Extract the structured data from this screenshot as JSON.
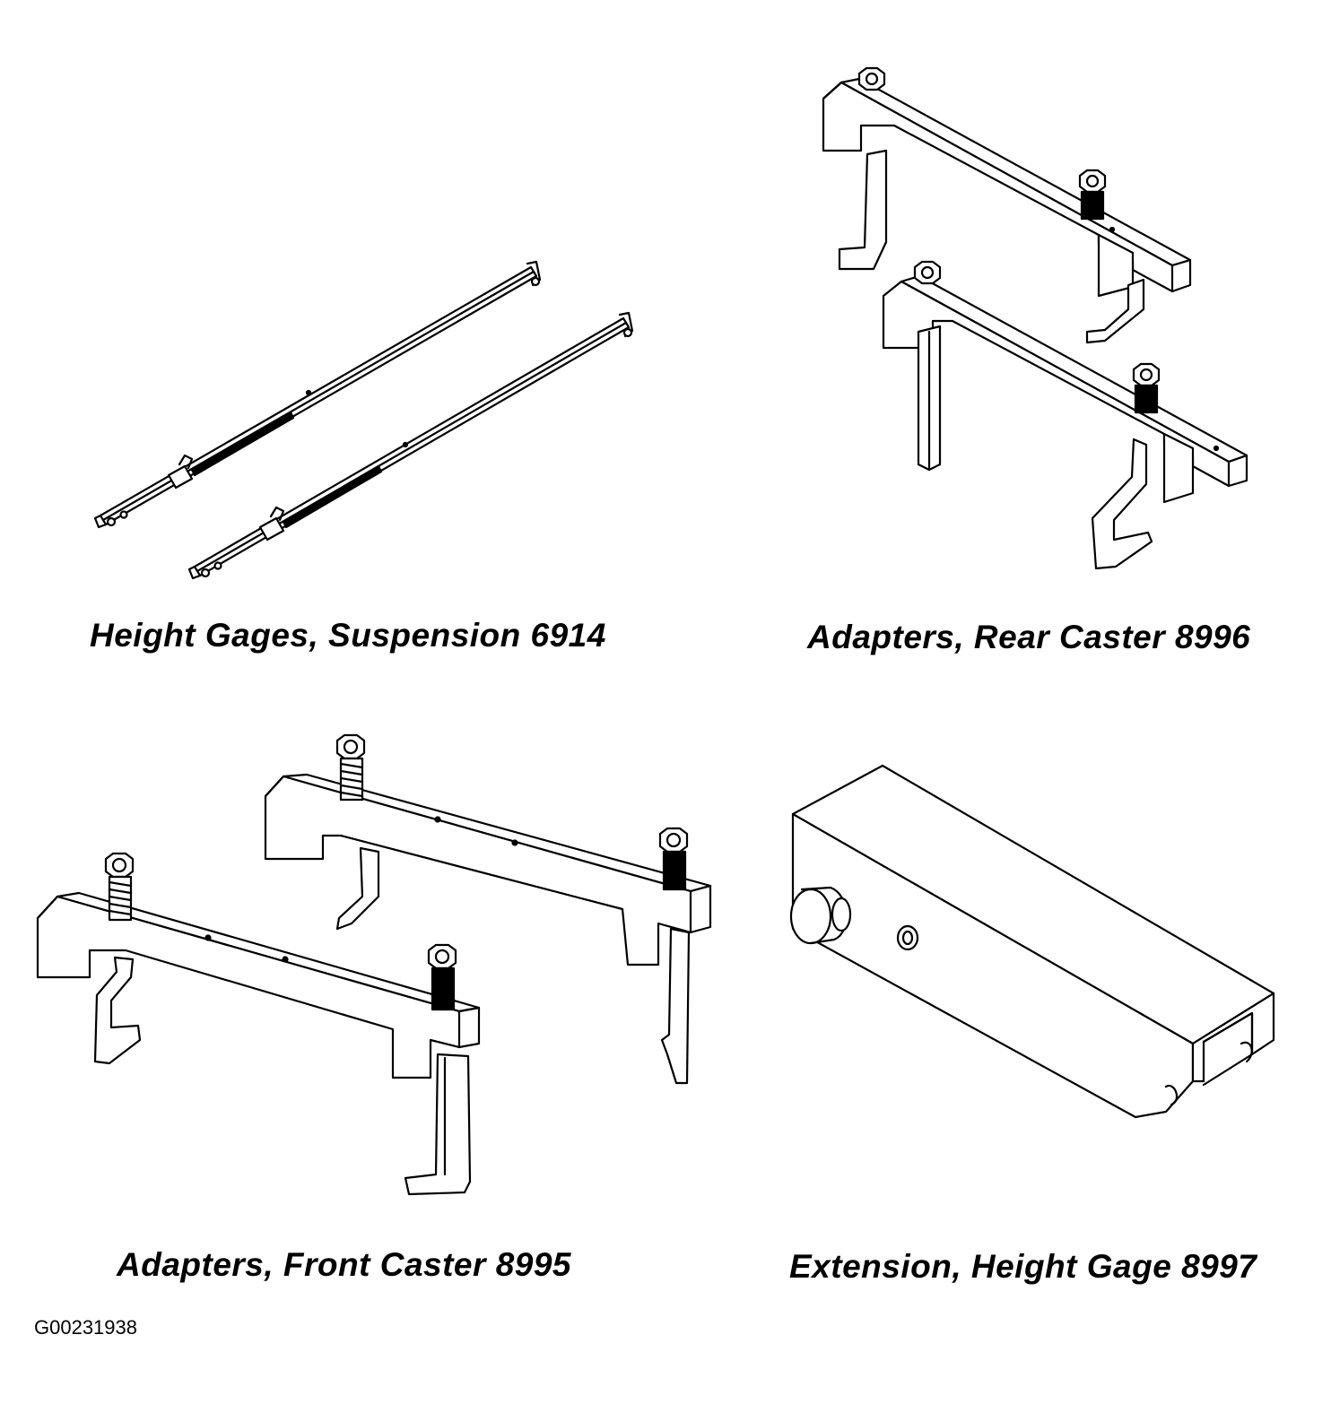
{
  "figures": [
    {
      "caption": "Height Gages, Suspension 6914",
      "illustration": "suspension-height-gages"
    },
    {
      "caption": "Adapters, Rear Caster 8996",
      "illustration": "rear-caster-adapters"
    },
    {
      "caption": "Adapters, Front Caster 8995",
      "illustration": "front-caster-adapters"
    },
    {
      "caption": "Extension, Height Gage 8997",
      "illustration": "height-gage-extension"
    }
  ],
  "figure_id": "G00231938",
  "colors": {
    "line": "#000000",
    "background": "#ffffff"
  }
}
